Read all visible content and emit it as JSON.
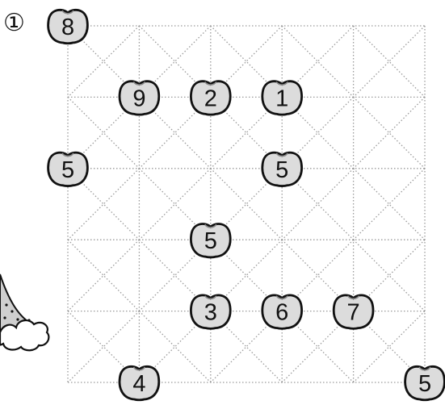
{
  "puzzle": {
    "number_label": "①"
  },
  "board": {
    "columns": 5,
    "rows": 5,
    "grid_style": "dotted",
    "has_diagonals": true
  },
  "tokens": [
    {
      "value": "8",
      "col": 0,
      "row": 0
    },
    {
      "value": "9",
      "col": 1,
      "row": 1
    },
    {
      "value": "2",
      "col": 2,
      "row": 1
    },
    {
      "value": "1",
      "col": 3,
      "row": 1
    },
    {
      "value": "5",
      "col": 0,
      "row": 2
    },
    {
      "value": "5",
      "col": 3,
      "row": 2
    },
    {
      "value": "5",
      "col": 2,
      "row": 3
    },
    {
      "value": "3",
      "col": 2,
      "row": 4
    },
    {
      "value": "6",
      "col": 3,
      "row": 4
    },
    {
      "value": "7",
      "col": 4,
      "row": 4
    },
    {
      "value": "4",
      "col": 1,
      "row": 5
    },
    {
      "value": "5",
      "col": 5,
      "row": 5
    }
  ],
  "colors": {
    "token_fill": "#dcdcdc",
    "token_stroke": "#111111",
    "grid_line": "#9a9a9a",
    "cloud_fill": "#ffffff",
    "decoration_fill": "#cfcfcf"
  },
  "icons": {
    "token": "apple-token-icon",
    "decoration": "cloud-trail-icon"
  }
}
